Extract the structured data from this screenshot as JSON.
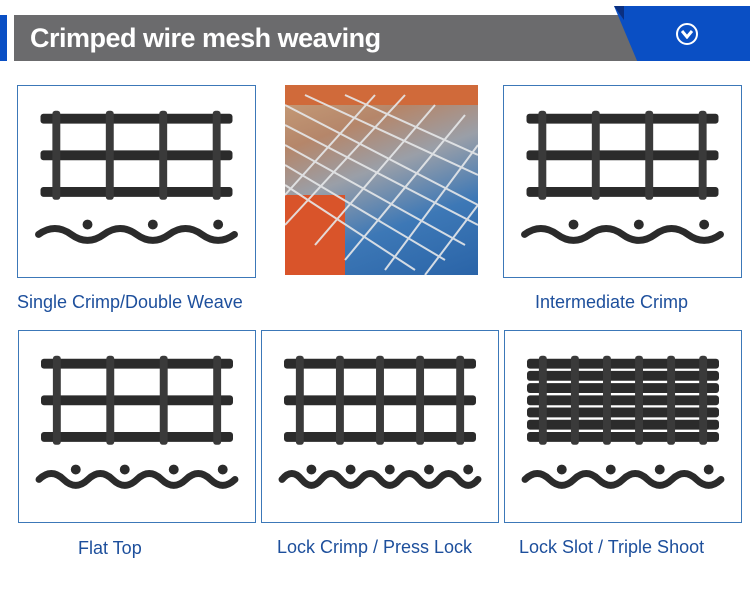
{
  "header": {
    "title": "Crimped wire mesh weaving",
    "icon": "chevron-down-circle-icon"
  },
  "items": [
    {
      "label": "Single Crimp/Double Weave"
    },
    {
      "label": "Intermediate Crimp"
    },
    {
      "label": "Flat Top"
    },
    {
      "label": "Lock Crimp / Press Lock"
    },
    {
      "label": "Lock Slot / Triple Shoot"
    }
  ],
  "colors": {
    "accent": "#0a4fc4",
    "header_gray": "#6b6b6d",
    "label": "#1d4f9c"
  }
}
